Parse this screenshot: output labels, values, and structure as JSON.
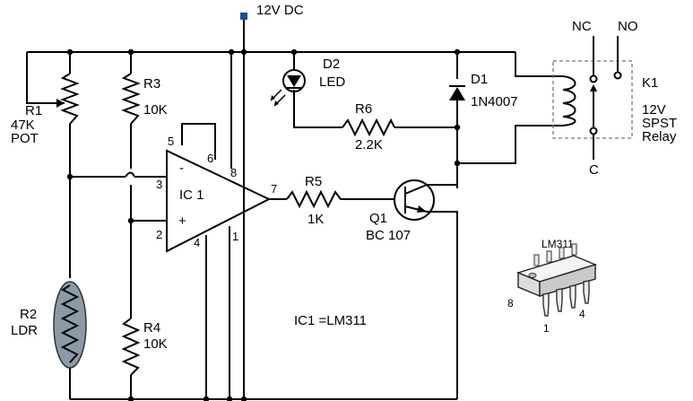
{
  "supply": {
    "label": "12V DC"
  },
  "components": {
    "r1": {
      "ref": "R1",
      "value": "47K",
      "type": "POT"
    },
    "r2": {
      "ref": "R2",
      "type": "LDR"
    },
    "r3": {
      "ref": "R3",
      "value": "10K"
    },
    "r4": {
      "ref": "R4",
      "value": "10K"
    },
    "r5": {
      "ref": "R5",
      "value": "1K"
    },
    "r6": {
      "ref": "R6",
      "value": "2.2K"
    },
    "d1": {
      "ref": "D1",
      "part": "1N4007"
    },
    "d2": {
      "ref": "D2",
      "type": "LED"
    },
    "ic1": {
      "ref": "IC 1",
      "note": "IC1 =LM311",
      "pins": {
        "p1": "1",
        "p2": "2",
        "p3": "3",
        "p4": "4",
        "p5": "5",
        "p6": "6",
        "p7": "7",
        "p8": "8"
      },
      "minus": "-",
      "plus": "+"
    },
    "q1": {
      "ref": "Q1",
      "part": "BC 107"
    },
    "k1": {
      "ref": "K1",
      "line1": "12V",
      "line2": "SPST",
      "line3": "Relay",
      "nc": "NC",
      "no": "NO",
      "c": "C"
    }
  },
  "package": {
    "title": "LM311",
    "pin8": "8",
    "pin4": "4",
    "pin1": "1"
  }
}
